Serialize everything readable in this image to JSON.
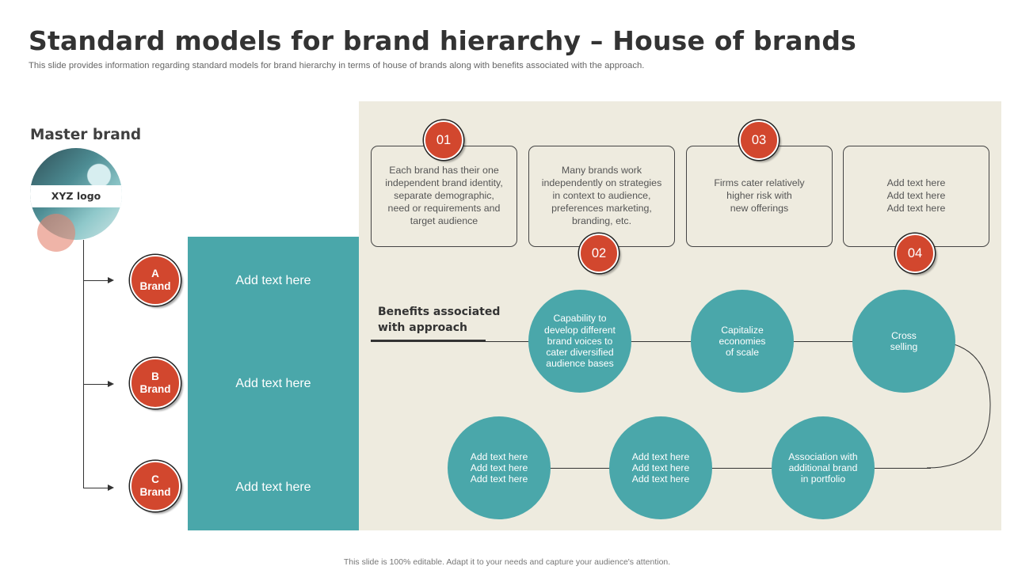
{
  "title": "Standard models for brand hierarchy – House of brands",
  "subtitle": "This slide provides information regarding standard models for brand hierarchy in terms of house of brands along with benefits associated with the approach.",
  "footer": "This slide is 100% editable. Adapt it to your needs and capture your audience's attention.",
  "master_brand": {
    "label": "Master brand",
    "logo_text": "XYZ logo"
  },
  "brands": [
    {
      "letter": "A",
      "word": "Brand",
      "text": "Add text here"
    },
    {
      "letter": "B",
      "word": "Brand",
      "text": "Add text here"
    },
    {
      "letter": "C",
      "word": "Brand",
      "text": "Add text here"
    }
  ],
  "cards": [
    {
      "number": "01",
      "text": "Each brand has their one\nindependent brand identity,\nseparate demographic,\nneed or requirements  and\ntarget audience"
    },
    {
      "number": "02",
      "text": "Many brands work\nindependently on strategies\nin context to audience,\npreferences marketing,\nbranding, etc."
    },
    {
      "number": "03",
      "text": "Firms cater relatively\nhigher risk with\nnew offerings"
    },
    {
      "number": "04",
      "text": "Add text here\nAdd text here\nAdd text here"
    }
  ],
  "benefits": {
    "title": "Benefits associated\nwith approach",
    "items": [
      "Capability to\ndevelop different\nbrand voices to\ncater diversified\naudience bases",
      "Capitalize\neconomies\nof scale",
      "Cross\nselling",
      "Association with\nadditional brand\nin portfolio",
      "Add text here\nAdd text here\nAdd text here",
      "Add text here\nAdd text here\nAdd text here"
    ]
  },
  "colors": {
    "accent_red": "#d2472e",
    "teal": "#4aa7aa",
    "beige": "#eeebdf"
  }
}
